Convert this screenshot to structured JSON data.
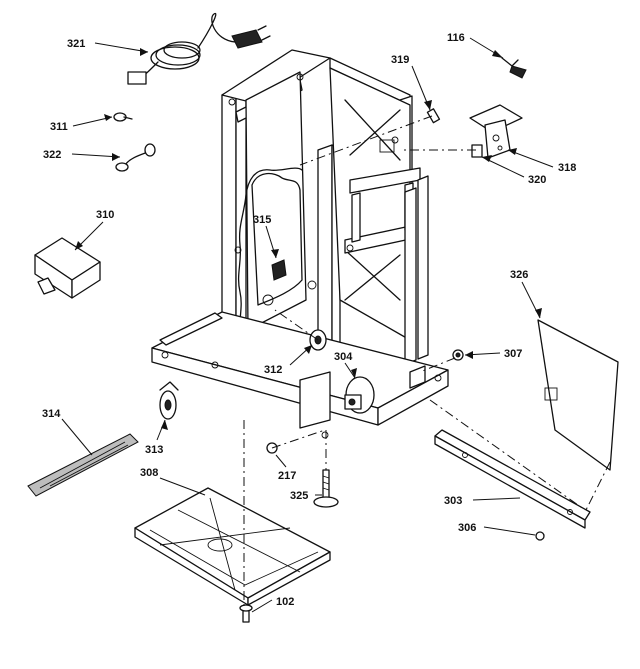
{
  "callouts": [
    {
      "id": "c321",
      "text": "321"
    },
    {
      "id": "c116",
      "text": "116"
    },
    {
      "id": "c319",
      "text": "319"
    },
    {
      "id": "c311",
      "text": "311"
    },
    {
      "id": "c322",
      "text": "322"
    },
    {
      "id": "c318",
      "text": "318"
    },
    {
      "id": "c320",
      "text": "320"
    },
    {
      "id": "c310",
      "text": "310"
    },
    {
      "id": "c315",
      "text": "315"
    },
    {
      "id": "c326",
      "text": "326"
    },
    {
      "id": "c312",
      "text": "312"
    },
    {
      "id": "c304",
      "text": "304"
    },
    {
      "id": "c307",
      "text": "307"
    },
    {
      "id": "c314",
      "text": "314"
    },
    {
      "id": "c313",
      "text": "313"
    },
    {
      "id": "c217",
      "text": "217"
    },
    {
      "id": "c308",
      "text": "308"
    },
    {
      "id": "c325",
      "text": "325"
    },
    {
      "id": "c303",
      "text": "303"
    },
    {
      "id": "c306",
      "text": "306"
    },
    {
      "id": "c102",
      "text": "102"
    }
  ]
}
